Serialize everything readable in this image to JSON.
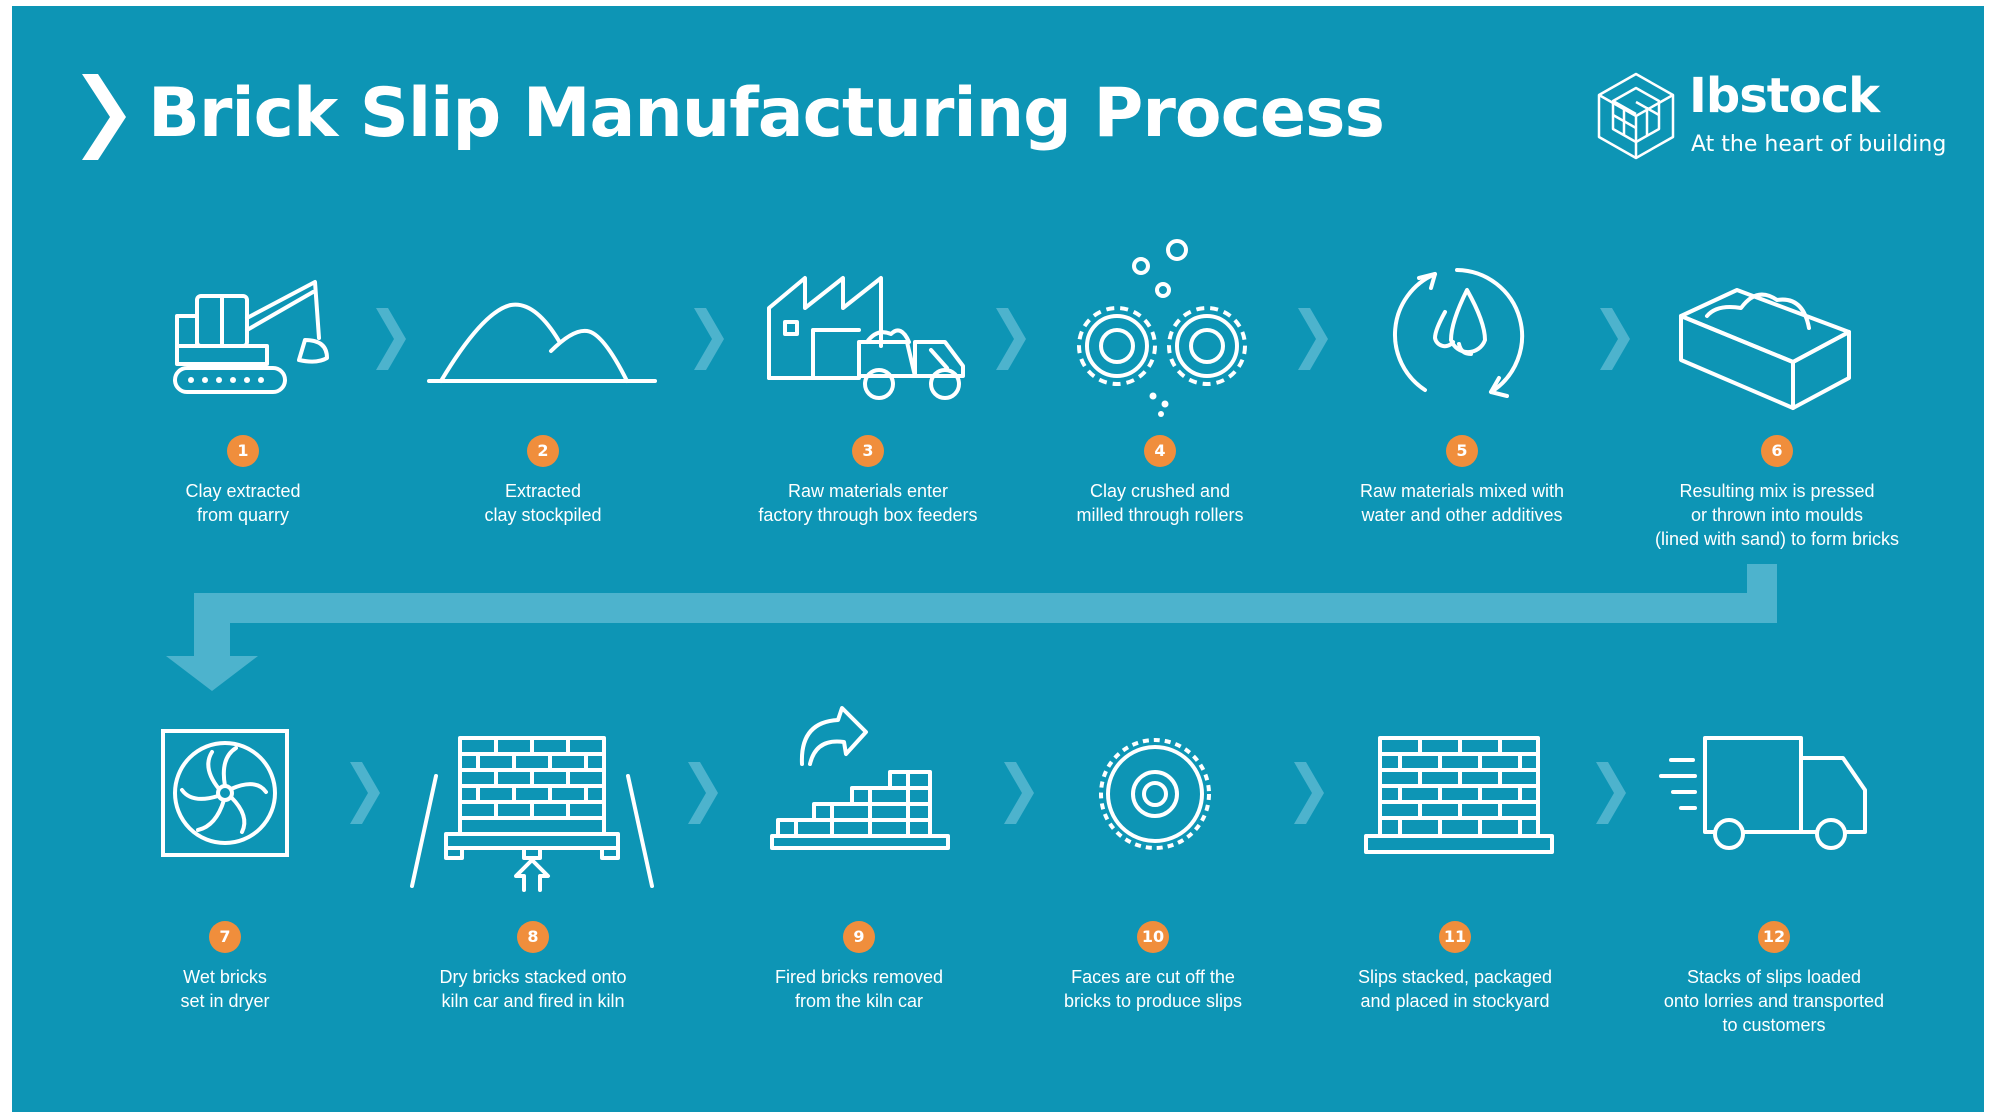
{
  "title": "Brick Slip Manufacturing Process",
  "logo": {
    "name": "Ibstock",
    "tagline": "At the heart of building"
  },
  "colors": {
    "background": "#0d95b5",
    "accent": "#f08e3c",
    "icon": "#ffffff",
    "connector": "#4db3cd"
  },
  "steps": [
    {
      "number": "1",
      "label": "Clay extracted\nfrom quarry",
      "icon": "excavator-icon"
    },
    {
      "number": "2",
      "label": "Extracted\nclay stockpiled",
      "icon": "clay-pile-icon"
    },
    {
      "number": "3",
      "label": "Raw materials enter\nfactory through box feeders",
      "icon": "factory-truck-icon"
    },
    {
      "number": "4",
      "label": "Clay crushed and\nmilled through rollers",
      "icon": "gears-icon"
    },
    {
      "number": "5",
      "label": "Raw materials mixed with\nwater and other additives",
      "icon": "water-mix-icon"
    },
    {
      "number": "6",
      "label": "Resulting mix is pressed\nor thrown into moulds\n(lined with sand) to form bricks",
      "icon": "mould-icon"
    },
    {
      "number": "7",
      "label": "Wet bricks\nset in dryer",
      "icon": "dryer-fan-icon"
    },
    {
      "number": "8",
      "label": "Dry bricks stacked onto\nkiln car and fired in kiln",
      "icon": "kiln-car-icon"
    },
    {
      "number": "9",
      "label": "Fired bricks removed\nfrom the kiln car",
      "icon": "bricks-removed-icon"
    },
    {
      "number": "10",
      "label": "Faces are cut off the\nbricks to produce slips",
      "icon": "saw-blade-icon"
    },
    {
      "number": "11",
      "label": "Slips stacked, packaged\nand placed in stockyard",
      "icon": "pallet-stack-icon"
    },
    {
      "number": "12",
      "label": "Stacks of slips loaded\nonto lorries and transported\nto customers",
      "icon": "delivery-truck-icon"
    }
  ]
}
